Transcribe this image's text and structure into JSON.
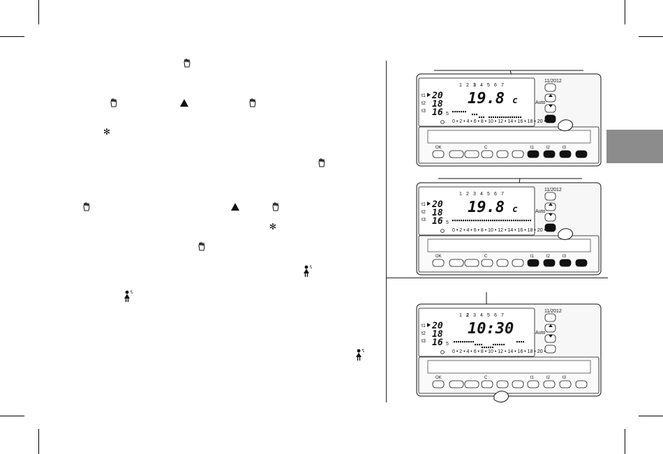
{
  "icons": {
    "hand": "hand-pointer-icon",
    "up": "up-triangle-icon",
    "snow": "snowflake-icon",
    "person": "person-icon"
  },
  "panels": [
    {
      "days": [
        "1",
        "2",
        "3",
        "4",
        "5",
        "6",
        "7"
      ],
      "temps": [
        "20",
        "18",
        "16"
      ],
      "temp_suffix": "5",
      "row_labels": [
        "t1",
        "t2",
        "t3"
      ],
      "main": "19.8",
      "unit": "c",
      "timeline": "0 • 2 • 4 • 6 • 8 • 10 • 12 • 14 • 16 • 18 • 20 • 22 •",
      "side": [
        "11/2012",
        "Auto"
      ],
      "buttons": [
        "OK",
        "",
        "",
        "C",
        "",
        "",
        "t1",
        "t2",
        "t3",
        ""
      ]
    },
    {
      "days": [
        "1",
        "2",
        "3",
        "4",
        "5",
        "6",
        "7"
      ],
      "temps": [
        "20",
        "18",
        "16"
      ],
      "temp_suffix": "5",
      "row_labels": [
        "t1",
        "t2",
        "t3"
      ],
      "main": "19.8",
      "unit": "c",
      "timeline": "0 • 2 • 4 • 6 • 8 • 10 • 12 • 14 • 16 • 18 • 20 • 22 •",
      "side": [
        "11/2012",
        "Auto"
      ],
      "buttons": [
        "OK",
        "",
        "",
        "C",
        "",
        "",
        "t1",
        "t2",
        "t3",
        ""
      ]
    },
    {
      "days": [
        "1",
        "2",
        "3",
        "4",
        "5",
        "6",
        "7"
      ],
      "temps": [
        "20",
        "18",
        "16"
      ],
      "temp_suffix": "5",
      "row_labels": [
        "t1",
        "t2",
        "t3"
      ],
      "main": "10:30",
      "unit": "",
      "timeline": "0 • 2 • 4 • 6 • 8 • 10 • 12 • 14 • 16 • 18 • 20 • 22 •",
      "side": [
        "11/2012",
        "Auto"
      ],
      "buttons": [
        "OK",
        "",
        "",
        "C",
        "",
        "",
        "t1",
        "t2",
        "t3",
        ""
      ]
    }
  ]
}
